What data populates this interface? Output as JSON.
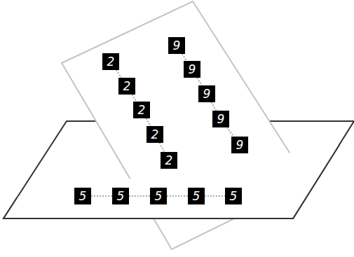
{
  "diagram": {
    "nodes": [
      {
        "text": [
          "2"
        ]
      },
      {
        "text": [
          "2"
        ]
      },
      {
        "text": [
          "2"
        ]
      },
      {
        "text": [
          "2"
        ]
      },
      {
        "text": [
          "2"
        ]
      },
      {
        "text": [
          "9"
        ]
      },
      {
        "text": [
          "9"
        ]
      },
      {
        "text": [
          "9"
        ]
      },
      {
        "text": [
          "9"
        ]
      },
      {
        "text": [
          "9"
        ]
      },
      {
        "text": [
          "5"
        ]
      },
      {
        "text": [
          "5"
        ]
      },
      {
        "text": [
          "5"
        ]
      },
      {
        "text": [
          "5"
        ]
      },
      {
        "text": [
          "5"
        ]
      }
    ],
    "edges": [
      {
        "from": 0,
        "to": 1,
        "arrow": "none"
      },
      {
        "from": 1,
        "to": 2,
        "arrow": "none"
      },
      {
        "from": 2,
        "to": 3,
        "arrow": "none"
      },
      {
        "from": 3,
        "to": 4,
        "arrow": "none"
      },
      {
        "from": 5,
        "to": 6,
        "arrow": "none"
      },
      {
        "from": 6,
        "to": 7,
        "arrow": "none"
      },
      {
        "from": 7,
        "to": 8,
        "arrow": "none"
      },
      {
        "from": 8,
        "to": 9,
        "arrow": "none"
      },
      {
        "from": 10,
        "to": 11,
        "arrow": "none"
      },
      {
        "from": 11,
        "to": 12,
        "arrow": "none"
      },
      {
        "from": 12,
        "to": 13,
        "arrow": "none"
      },
      {
        "from": 13,
        "to": 14,
        "arrow": "none"
      }
    ]
  }
}
